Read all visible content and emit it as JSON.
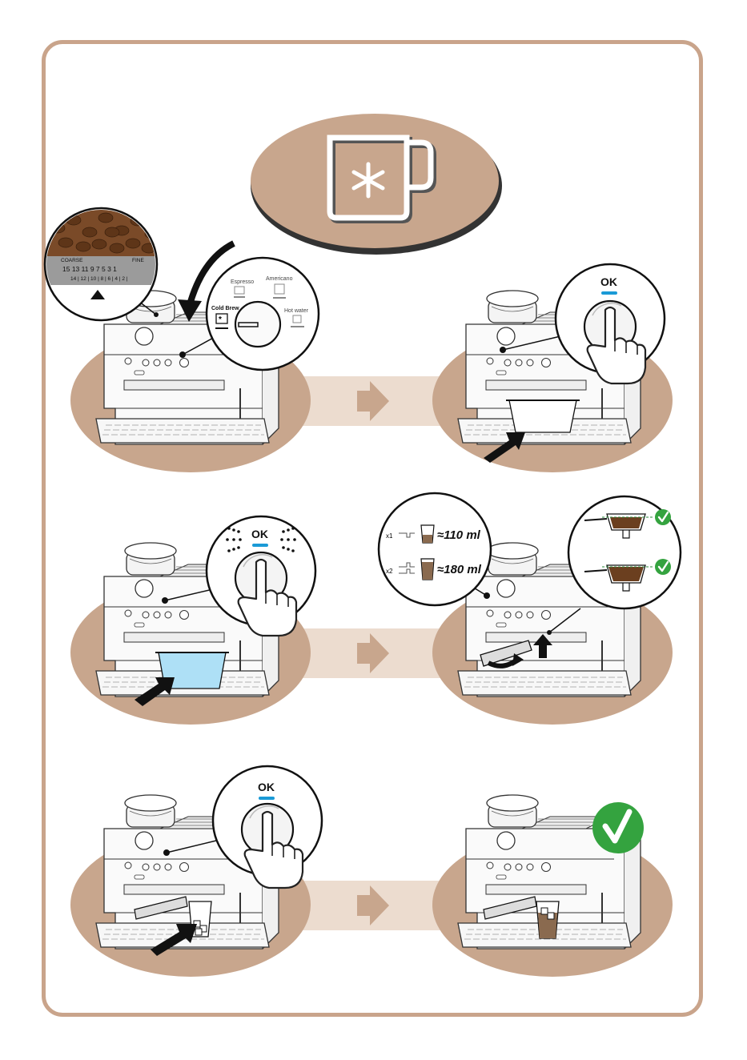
{
  "header_icon": {
    "name": "cold-brew-mug-icon"
  },
  "grinder_scale": {
    "coarse_label": "COARSE",
    "fine_label": "FINE",
    "main_ticks": "15  13  11   9   7   5   3   1",
    "sub_ticks": "14 | 12 | 10 | 8 | 6 | 4 | 2 |"
  },
  "selector_dial": {
    "espresso_label": "Espresso",
    "americano_label": "Americano",
    "cold_brew_label": "Cold Brew",
    "hot_water_label": "Hot water"
  },
  "ok_label": "OK",
  "volumes": {
    "single_prefix": "x1",
    "double_prefix": "x2",
    "single_volume": "≈110 ml",
    "double_volume": "≈180 ml"
  },
  "colors": {
    "accent_tan": "#c8a68d",
    "arrow_band": "#ecdccf",
    "ok_blue": "#1a9ad6",
    "check_green": "#34a33f"
  }
}
